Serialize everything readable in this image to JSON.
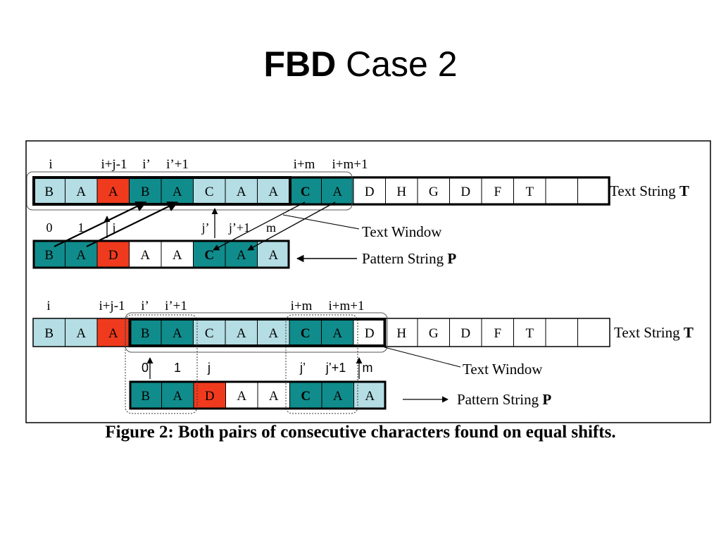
{
  "slide": {
    "title_bold": "FBD",
    "title_rest": " Case 2"
  },
  "colors": {
    "teal": "#108c8c",
    "light": "#b4dde4",
    "red": "#f03a1e",
    "white": "#ffffff",
    "outline": "#000000"
  },
  "labels": {
    "text_string": "Text String ",
    "text_string_bold": "T",
    "text_window": "Text Window",
    "pattern_string": "Pattern String ",
    "pattern_string_bold": "P"
  },
  "panel1": {
    "text_row": [
      {
        "ch": "B",
        "color": "light"
      },
      {
        "ch": "A",
        "color": "light"
      },
      {
        "ch": "A",
        "color": "red"
      },
      {
        "ch": "B",
        "color": "teal"
      },
      {
        "ch": "A",
        "color": "teal"
      },
      {
        "ch": "C",
        "color": "light"
      },
      {
        "ch": "A",
        "color": "light"
      },
      {
        "ch": "A",
        "color": "light"
      },
      {
        "ch": "C",
        "color": "teal",
        "bold": true
      },
      {
        "ch": "A",
        "color": "teal"
      },
      {
        "ch": "D",
        "color": "white"
      },
      {
        "ch": "H",
        "color": "white"
      },
      {
        "ch": "G",
        "color": "white"
      },
      {
        "ch": "D",
        "color": "white"
      },
      {
        "ch": "F",
        "color": "white"
      },
      {
        "ch": "T",
        "color": "white"
      },
      {
        "ch": "",
        "color": "white"
      },
      {
        "ch": "",
        "color": "white"
      }
    ],
    "pattern_row": [
      {
        "ch": "B",
        "color": "teal"
      },
      {
        "ch": "A",
        "color": "teal"
      },
      {
        "ch": "D",
        "color": "red"
      },
      {
        "ch": "A",
        "color": "white"
      },
      {
        "ch": "A",
        "color": "white"
      },
      {
        "ch": "C",
        "color": "teal",
        "bold": true
      },
      {
        "ch": "A",
        "color": "teal"
      },
      {
        "ch": "A",
        "color": "light"
      }
    ],
    "top_index_labels": [
      "i",
      "i+j-1",
      "i’",
      "i’+1",
      "i+m",
      "i+m+1"
    ],
    "pattern_index_labels": [
      "0",
      "1",
      "j",
      "j’",
      "j’+1",
      "m"
    ]
  },
  "panel2": {
    "text_row": [
      {
        "ch": "B",
        "color": "light"
      },
      {
        "ch": "A",
        "color": "light"
      },
      {
        "ch": "A",
        "color": "red"
      },
      {
        "ch": "B",
        "color": "teal"
      },
      {
        "ch": "A",
        "color": "teal"
      },
      {
        "ch": "C",
        "color": "light"
      },
      {
        "ch": "A",
        "color": "light"
      },
      {
        "ch": "A",
        "color": "light"
      },
      {
        "ch": "C",
        "color": "teal",
        "bold": true
      },
      {
        "ch": "A",
        "color": "teal"
      },
      {
        "ch": "D",
        "color": "white"
      },
      {
        "ch": "H",
        "color": "white"
      },
      {
        "ch": "G",
        "color": "white"
      },
      {
        "ch": "D",
        "color": "white"
      },
      {
        "ch": "F",
        "color": "white"
      },
      {
        "ch": "T",
        "color": "white"
      },
      {
        "ch": "",
        "color": "white"
      },
      {
        "ch": "",
        "color": "white"
      }
    ],
    "pattern_row": [
      {
        "ch": "B",
        "color": "teal"
      },
      {
        "ch": "A",
        "color": "teal"
      },
      {
        "ch": "D",
        "color": "red"
      },
      {
        "ch": "A",
        "color": "white"
      },
      {
        "ch": "A",
        "color": "white"
      },
      {
        "ch": "C",
        "color": "teal",
        "bold": true
      },
      {
        "ch": "A",
        "color": "teal"
      },
      {
        "ch": "A",
        "color": "light"
      }
    ],
    "top_index_labels": [
      "i",
      "i+j-1",
      "i’",
      "i’+1",
      "i+m",
      "i+m+1"
    ],
    "pattern_index_labels": [
      "0",
      "1",
      "j",
      "j’",
      "j’+1",
      "m"
    ]
  },
  "caption": "Figure 2: Both pairs of consecutive characters found on equal shifts."
}
